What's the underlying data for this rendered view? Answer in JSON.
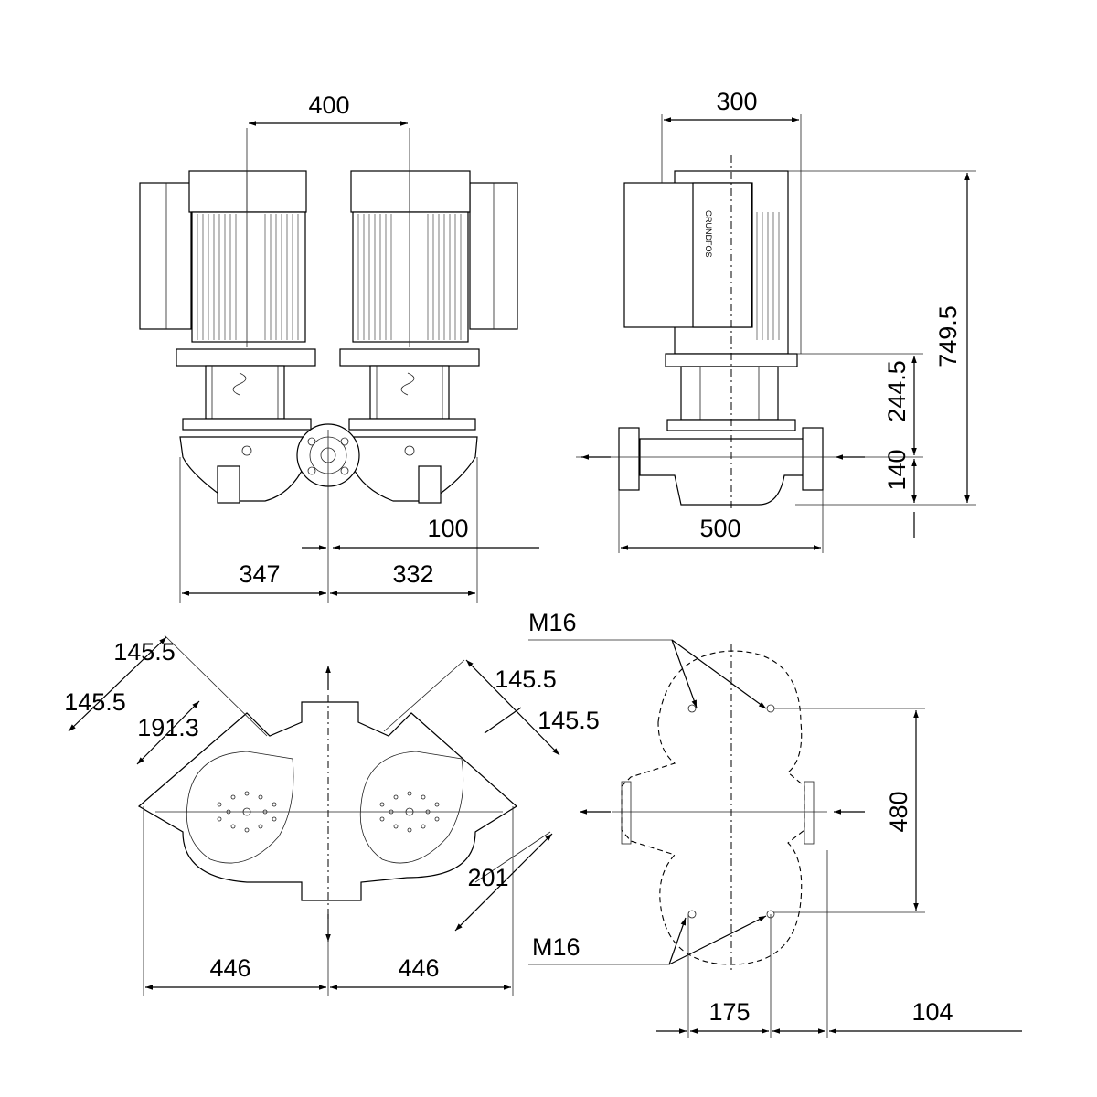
{
  "front_view": {
    "motor_spacing": "400",
    "pipe_offset": "100",
    "left_width": "347",
    "right_width": "332"
  },
  "side_view": {
    "motor_depth": "300",
    "total_height": "749.5",
    "shaft_height": "244.5",
    "pipe_axis_height": "140",
    "flange_length": "500",
    "brand_text": "GRUNDFOS"
  },
  "top_view": {
    "left_diag_outer": "145.5",
    "left_diag_inner": "145.5",
    "left_motor_radius": "191.3",
    "right_diag_outer": "145.5",
    "right_diag_inner": "145.5",
    "right_clearance": "201",
    "left_half": "446",
    "right_half": "446"
  },
  "foot_view": {
    "thread_top": "M16",
    "thread_bottom": "M16",
    "hole_spacing": "480",
    "hole_offset": "175",
    "edge_offset": "104"
  }
}
